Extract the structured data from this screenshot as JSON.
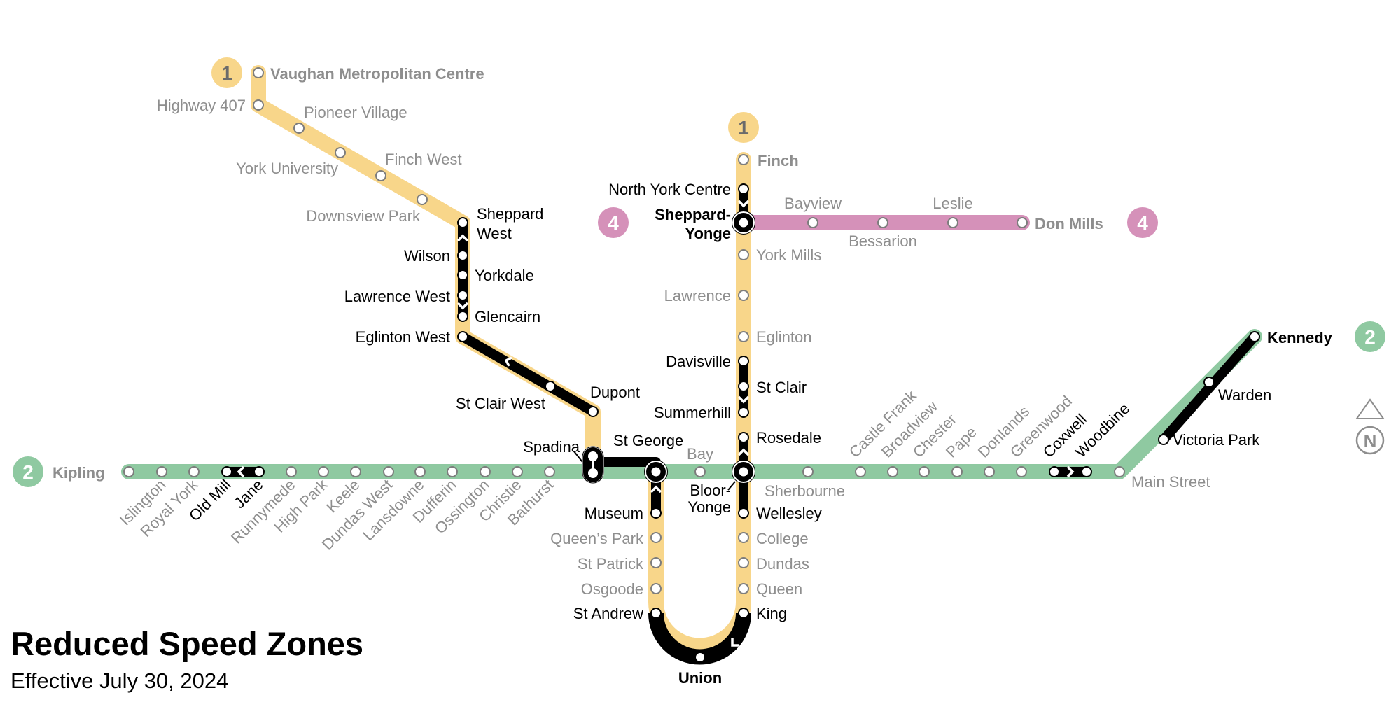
{
  "title": "Reduced Speed Zones",
  "subtitle": "Effective July 30, 2024",
  "colors": {
    "line1": "#f8d68a",
    "line2": "#8fc9a1",
    "line4": "#d591b9",
    "reduced_zone": "#000000",
    "unaffected_text": "#8e8e8e",
    "affected_text": "#000000"
  },
  "compass": {
    "label": "N"
  },
  "lines": {
    "line1": {
      "badge": "1",
      "terminals": [
        "Vaughan Metropolitan Centre",
        "Finch"
      ],
      "stations": [
        {
          "name": "Vaughan Metropolitan Centre",
          "reduced": false
        },
        {
          "name": "Highway 407",
          "reduced": false
        },
        {
          "name": "Pioneer Village",
          "reduced": false
        },
        {
          "name": "York University",
          "reduced": false
        },
        {
          "name": "Finch West",
          "reduced": false
        },
        {
          "name": "Downsview Park",
          "reduced": false
        },
        {
          "name": "Sheppard West",
          "reduced": true
        },
        {
          "name": "Wilson",
          "reduced": true
        },
        {
          "name": "Yorkdale",
          "reduced": true
        },
        {
          "name": "Lawrence West",
          "reduced": true
        },
        {
          "name": "Glencairn",
          "reduced": true
        },
        {
          "name": "Eglinton West",
          "reduced": true
        },
        {
          "name": "St Clair West",
          "reduced": true
        },
        {
          "name": "Dupont",
          "reduced": true
        },
        {
          "name": "Spadina",
          "reduced": true
        },
        {
          "name": "St George",
          "reduced": true
        },
        {
          "name": "Museum",
          "reduced": true
        },
        {
          "name": "Queen's Park",
          "reduced": false
        },
        {
          "name": "St Patrick",
          "reduced": false
        },
        {
          "name": "Osgoode",
          "reduced": false
        },
        {
          "name": "St Andrew",
          "reduced": true
        },
        {
          "name": "Union",
          "reduced": true
        },
        {
          "name": "King",
          "reduced": true
        },
        {
          "name": "Queen",
          "reduced": false
        },
        {
          "name": "Dundas",
          "reduced": false
        },
        {
          "name": "College",
          "reduced": false
        },
        {
          "name": "Wellesley",
          "reduced": true
        },
        {
          "name": "Bloor-Yonge",
          "reduced": true
        },
        {
          "name": "Rosedale",
          "reduced": true
        },
        {
          "name": "Summerhill",
          "reduced": true
        },
        {
          "name": "St Clair",
          "reduced": true
        },
        {
          "name": "Davisville",
          "reduced": true
        },
        {
          "name": "Eglinton",
          "reduced": false
        },
        {
          "name": "Lawrence",
          "reduced": false
        },
        {
          "name": "York Mills",
          "reduced": false
        },
        {
          "name": "Sheppard-Yonge",
          "reduced": true
        },
        {
          "name": "North York Centre",
          "reduced": true
        },
        {
          "name": "Finch",
          "reduced": false
        }
      ]
    },
    "line2": {
      "badge": "2",
      "terminals": [
        "Kipling",
        "Kennedy"
      ],
      "stations": [
        {
          "name": "Kipling",
          "reduced": false
        },
        {
          "name": "Islington",
          "reduced": false
        },
        {
          "name": "Royal York",
          "reduced": false
        },
        {
          "name": "Old Mill",
          "reduced": true
        },
        {
          "name": "Jane",
          "reduced": true
        },
        {
          "name": "Runnymede",
          "reduced": false
        },
        {
          "name": "High Park",
          "reduced": false
        },
        {
          "name": "Keele",
          "reduced": false
        },
        {
          "name": "Dundas West",
          "reduced": false
        },
        {
          "name": "Lansdowne",
          "reduced": false
        },
        {
          "name": "Dufferin",
          "reduced": false
        },
        {
          "name": "Ossington",
          "reduced": false
        },
        {
          "name": "Christie",
          "reduced": false
        },
        {
          "name": "Bathurst",
          "reduced": false
        },
        {
          "name": "Spadina",
          "reduced": false
        },
        {
          "name": "St George",
          "reduced": false
        },
        {
          "name": "Bay",
          "reduced": false
        },
        {
          "name": "Bloor-Yonge",
          "reduced": false
        },
        {
          "name": "Sherbourne",
          "reduced": false
        },
        {
          "name": "Castle Frank",
          "reduced": false
        },
        {
          "name": "Broadview",
          "reduced": false
        },
        {
          "name": "Chester",
          "reduced": false
        },
        {
          "name": "Pape",
          "reduced": false
        },
        {
          "name": "Donlands",
          "reduced": false
        },
        {
          "name": "Greenwood",
          "reduced": false
        },
        {
          "name": "Coxwell",
          "reduced": true
        },
        {
          "name": "Woodbine",
          "reduced": true
        },
        {
          "name": "Main Street",
          "reduced": false
        },
        {
          "name": "Victoria Park",
          "reduced": true
        },
        {
          "name": "Warden",
          "reduced": true
        },
        {
          "name": "Kennedy",
          "reduced": true
        }
      ]
    },
    "line4": {
      "badge": "4",
      "terminals": [
        "Sheppard-Yonge",
        "Don Mills"
      ],
      "stations": [
        {
          "name": "Sheppard-Yonge",
          "reduced": false
        },
        {
          "name": "Bayview",
          "reduced": false
        },
        {
          "name": "Bessarion",
          "reduced": false
        },
        {
          "name": "Leslie",
          "reduced": false
        },
        {
          "name": "Don Mills",
          "reduced": false
        }
      ]
    }
  },
  "labels": {
    "vmc": "Vaughan Metropolitan Centre",
    "hwy407": "Highway 407",
    "pioneer": "Pioneer Village",
    "yorku": "York University",
    "finchwest": "Finch West",
    "downsview": "Downsview Park",
    "sheppardwest_1": "Sheppard",
    "sheppardwest_2": "West",
    "wilson": "Wilson",
    "yorkdale": "Yorkdale",
    "lawrencewest": "Lawrence West",
    "glencairn": "Glencairn",
    "eglintonwest": "Eglinton West",
    "stclairwest": "St Clair West",
    "dupont": "Dupont",
    "spadina": "Spadina",
    "stgeorge": "St George",
    "museum": "Museum",
    "queenspark": "Queen’s Park",
    "stpatrick": "St Patrick",
    "osgoode": "Osgoode",
    "standrew": "St Andrew",
    "union": "Union",
    "king": "King",
    "queen": "Queen",
    "dundas": "Dundas",
    "college": "College",
    "wellesley": "Wellesley",
    "bloor_1": "Bloor-",
    "bloor_2": "Yonge",
    "rosedale": "Rosedale",
    "summerhill": "Summerhill",
    "stclair": "St Clair",
    "davisville": "Davisville",
    "eglinton": "Eglinton",
    "lawrence": "Lawrence",
    "yorkmills": "York Mills",
    "sheppardyonge_1": "Sheppard-",
    "sheppardyonge_2": "Yonge",
    "northyork": "North York Centre",
    "finch": "Finch",
    "kipling": "Kipling",
    "islington": "Islington",
    "royalyork": "Royal York",
    "oldmill": "Old Mill",
    "jane": "Jane",
    "runnymede": "Runnymede",
    "highpark": "High Park",
    "keele": "Keele",
    "dundaswest": "Dundas West",
    "lansdowne": "Lansdowne",
    "dufferin": "Dufferin",
    "ossington": "Ossington",
    "christie": "Christie",
    "bathurst": "Bathurst",
    "bay": "Bay",
    "sherbourne": "Sherbourne",
    "castlefrank": "Castle Frank",
    "broadview": "Broadview",
    "chester": "Chester",
    "pape": "Pape",
    "donlands": "Donlands",
    "greenwood": "Greenwood",
    "coxwell": "Coxwell",
    "woodbine": "Woodbine",
    "mainstreet": "Main Street",
    "victoriapark": "Victoria Park",
    "warden": "Warden",
    "kennedy": "Kennedy",
    "bayview": "Bayview",
    "bessarion": "Bessarion",
    "leslie": "Leslie",
    "donmills": "Don Mills"
  }
}
